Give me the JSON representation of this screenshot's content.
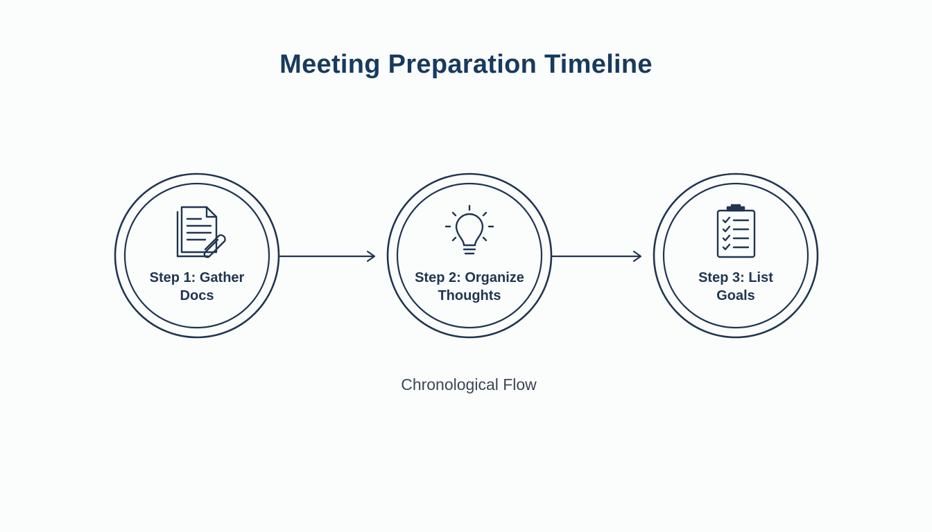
{
  "diagram": {
    "title": "Meeting Preparation Timeline",
    "caption": "Chronological Flow",
    "stroke_color": "#1f3550",
    "title_color": "#183a5e",
    "steps": [
      {
        "label_line1": "Step 1: Gather",
        "label_line2": "Docs",
        "icon": "documents-paperclip-icon"
      },
      {
        "label_line1": "Step 2: Organize",
        "label_line2": "Thoughts",
        "icon": "lightbulb-icon"
      },
      {
        "label_line1": "Step 3: List",
        "label_line2": "Goals",
        "icon": "clipboard-checklist-icon"
      }
    ],
    "connectors": [
      {
        "from": "Step 1",
        "to": "Step 2"
      },
      {
        "from": "Step 2",
        "to": "Step 3"
      }
    ]
  }
}
